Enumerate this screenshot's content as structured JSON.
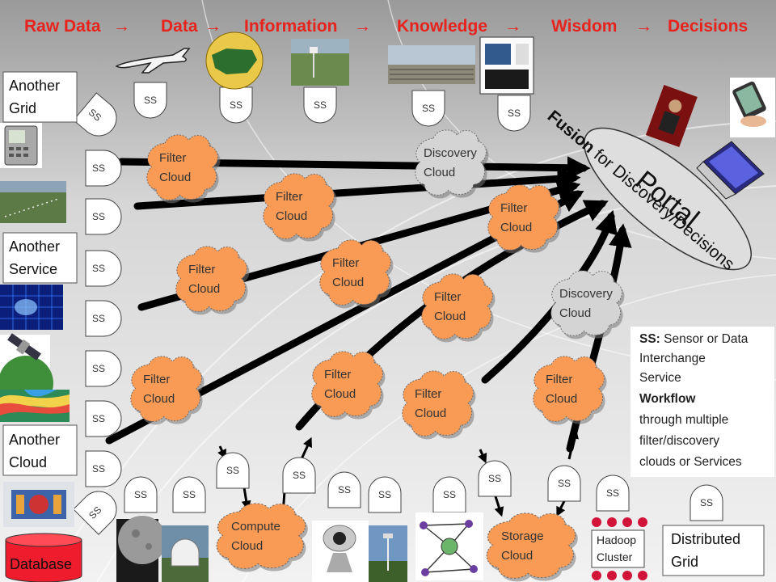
{
  "header": {
    "stages": [
      "Raw Data",
      "Data",
      "Information",
      "Knowledge",
      "Wisdom",
      "Decisions"
    ],
    "arrow_glyph": "→",
    "color": "#e8221c"
  },
  "portal": {
    "label": "Portal"
  },
  "fusion": {
    "bold": "Fusion",
    "rest": " for Discovery/Decisions"
  },
  "ss_label": "SS",
  "filter_cloud": {
    "line1": "Filter",
    "line2": "Cloud",
    "color": "#f99a55"
  },
  "discovery_cloud": {
    "line1": "Discovery",
    "line2": "Cloud",
    "color": "#d4d4d4"
  },
  "compute_cloud": {
    "line1": "Compute",
    "line2": "Cloud"
  },
  "storage_cloud": {
    "line1": "Storage",
    "line2": "Cloud"
  },
  "boxes": {
    "another_grid": {
      "line1": "Another",
      "line2": "Grid"
    },
    "another_service": {
      "line1": "Another",
      "line2": "Service"
    },
    "another_cloud": {
      "line1": "Another",
      "line2": "Cloud"
    },
    "distributed_grid": {
      "line1": "Distributed",
      "line2": "Grid"
    },
    "hadoop": {
      "line1": "Hadoop",
      "line2": "Cluster"
    },
    "database": "Database"
  },
  "legend": {
    "ss_bold": "SS:",
    "lines": [
      "Sensor or Data",
      "Interchange",
      "Service"
    ],
    "workflow_bold": "Workflow",
    "workflow_lines": [
      "through multiple",
      "filter/discovery",
      "clouds or Services"
    ]
  },
  "icons": [
    "airplane-icon",
    "us-map-icon",
    "weather-station-icon",
    "solar-field-icon",
    "sequencer-icon",
    "presenter-icon",
    "tablet-icon",
    "laptop-icon",
    "phone-icon",
    "landscape-icon",
    "cell-grid-icon",
    "satellite-icon",
    "heatmap-icon",
    "detector-icon",
    "moon-icon",
    "observatory-icon",
    "webcam-icon",
    "tower-icon",
    "network-graph-icon"
  ]
}
